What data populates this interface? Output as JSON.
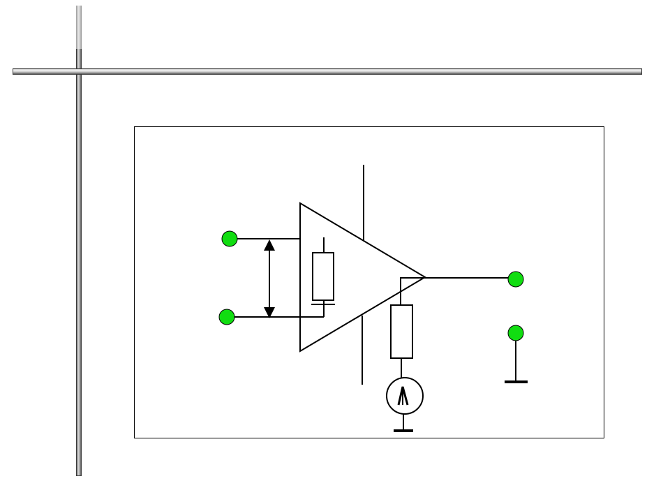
{
  "slide": {
    "background": "#ffffff",
    "rule_color": "#9a9a9a"
  },
  "diagram": {
    "description_visible_text": "",
    "terminal_color": "#11dd11",
    "line_color": "#000000",
    "components": {
      "amplifier": "triangle-amplifier",
      "input_resistor": "resistor",
      "output_resistor": "resistor",
      "current_source": "current-source",
      "input_voltage": "double-arrow",
      "grounds": [
        "ground-output",
        "ground-current-source"
      ],
      "terminals": [
        "input-terminal-top",
        "input-terminal-bottom",
        "output-terminal",
        "ground-terminal"
      ]
    }
  }
}
